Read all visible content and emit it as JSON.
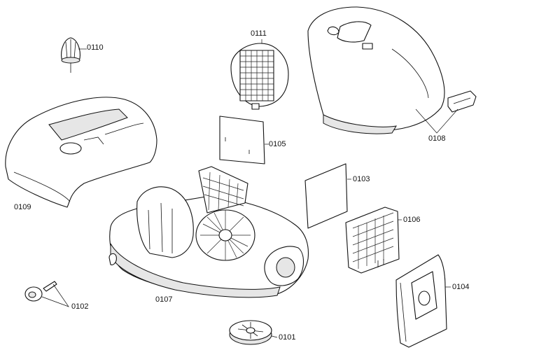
{
  "labels": {
    "p0101": "0101",
    "p0102": "0102",
    "p0103": "0103",
    "p0104": "0104",
    "p0105": "0105",
    "p0106": "0106",
    "p0107": "0107",
    "p0108": "0108",
    "p0109": "0109",
    "p0110": "0110",
    "p0111": "0111"
  }
}
